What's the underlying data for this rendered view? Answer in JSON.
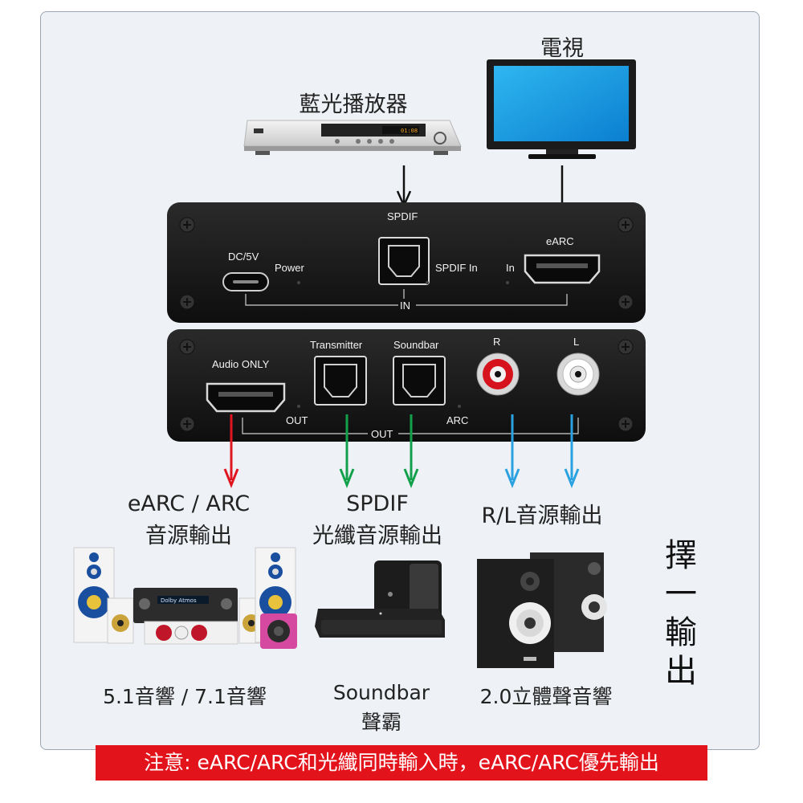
{
  "labels": {
    "tv": "電視",
    "bluray": "藍光播放器",
    "earc_out_line1": "eARC / ARC",
    "earc_out_line2": "音源輸出",
    "spdif_out_line1": "SPDIF",
    "spdif_out_line2": "光纖音源輸出",
    "rl_out": "R/L音源輸出",
    "select_chars": [
      "擇",
      "一",
      "輸",
      "出"
    ],
    "surround": "5.1音響 / 7.1音響",
    "soundbar_line1": "Soundbar",
    "soundbar_line2": "聲霸",
    "stereo": "2.0立體聲音響",
    "notice": "注意: eARC/ARC和光纖同時輸入時，eARC/ARC優先輸出"
  },
  "panel_top": {
    "spdif": "SPDIF",
    "dc": "DC/5V",
    "power": "Power",
    "spdif_in": "SPDIF In",
    "in": "In",
    "earc": "eARC",
    "group": "IN"
  },
  "panel_bottom": {
    "audio_only": "Audio ONLY",
    "transmitter": "Transmitter",
    "soundbar": "Soundbar",
    "r": "R",
    "l": "L",
    "out_left": "OUT",
    "group": "OUT",
    "arc": "ARC"
  },
  "bluray_display": "01:08",
  "receiver_display": "Dolby Atmos",
  "colors": {
    "arrow_earc": "#e0151f",
    "arrow_spdif": "#13a04a",
    "arrow_rl": "#2aa1e0",
    "panel": "#161616",
    "notice_bg": "#e3131b"
  }
}
